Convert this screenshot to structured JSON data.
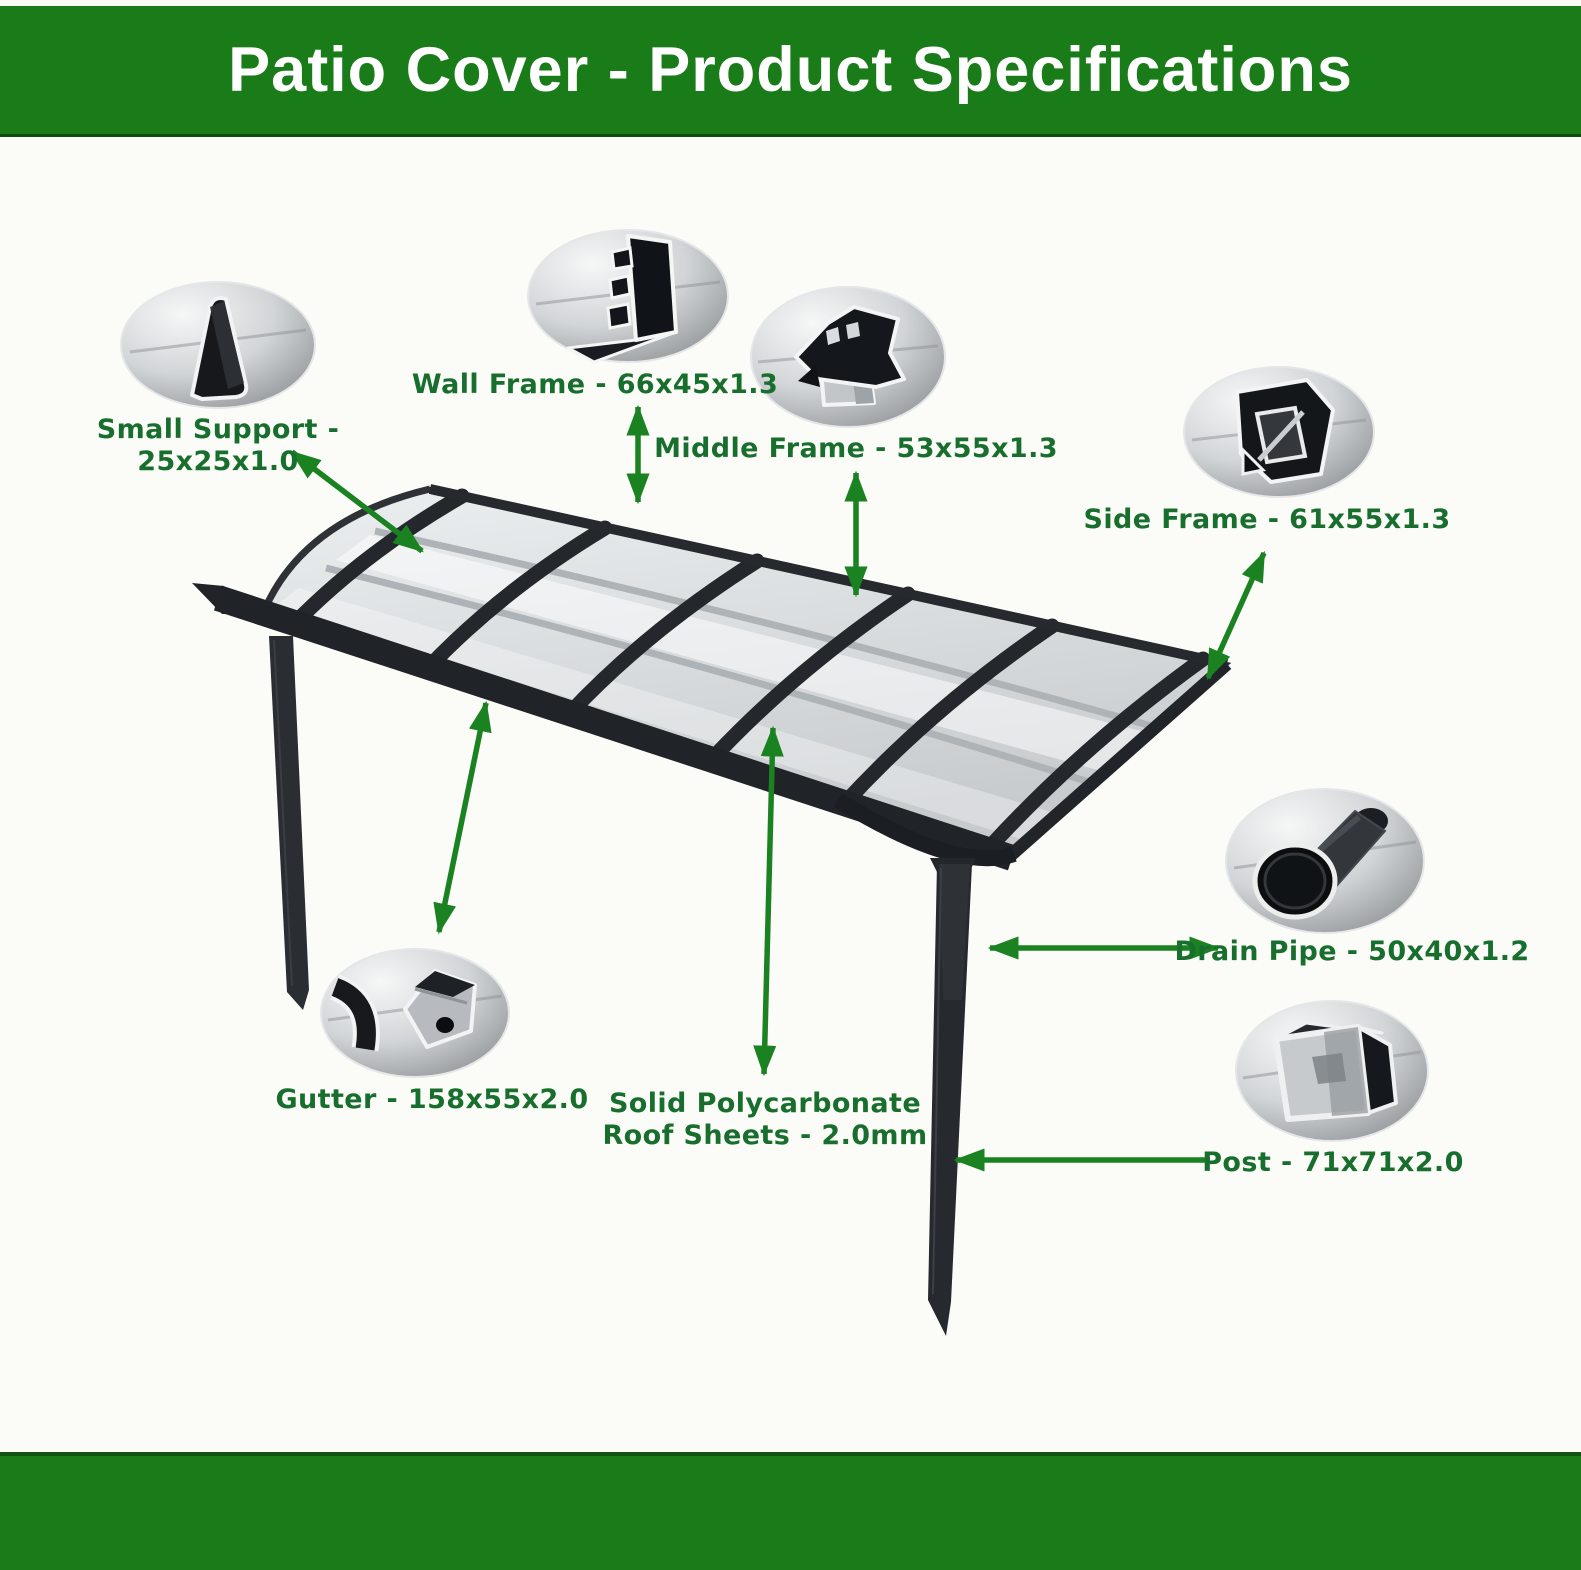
{
  "header": {
    "title": "Patio Cover - Product Specifications"
  },
  "theme": {
    "band_green": "#1a7c18",
    "label_green": "#186f2d",
    "arrow_green": "#1a8220",
    "frame_dark": "#24272b",
    "panel_light": "#dfe3e6",
    "background": "#fbfbf8"
  },
  "callouts": [
    {
      "id": "small-support",
      "label_line1": "Small Support -",
      "label_line2": "25x25x1.0"
    },
    {
      "id": "wall-frame",
      "label": "Wall Frame - 66x45x1.3"
    },
    {
      "id": "middle-frame",
      "label": "Middle Frame - 53x55x1.3"
    },
    {
      "id": "side-frame",
      "label": "Side Frame - 61x55x1.3"
    },
    {
      "id": "drain-pipe",
      "label": "Drain Pipe - 50x40x1.2"
    },
    {
      "id": "gutter",
      "label": "Gutter - 158x55x2.0"
    },
    {
      "id": "roof-sheets",
      "label_line1": "Solid Polycarbonate",
      "label_line2": "Roof Sheets - 2.0mm"
    },
    {
      "id": "post",
      "label": "Post - 71x71x2.0"
    }
  ]
}
